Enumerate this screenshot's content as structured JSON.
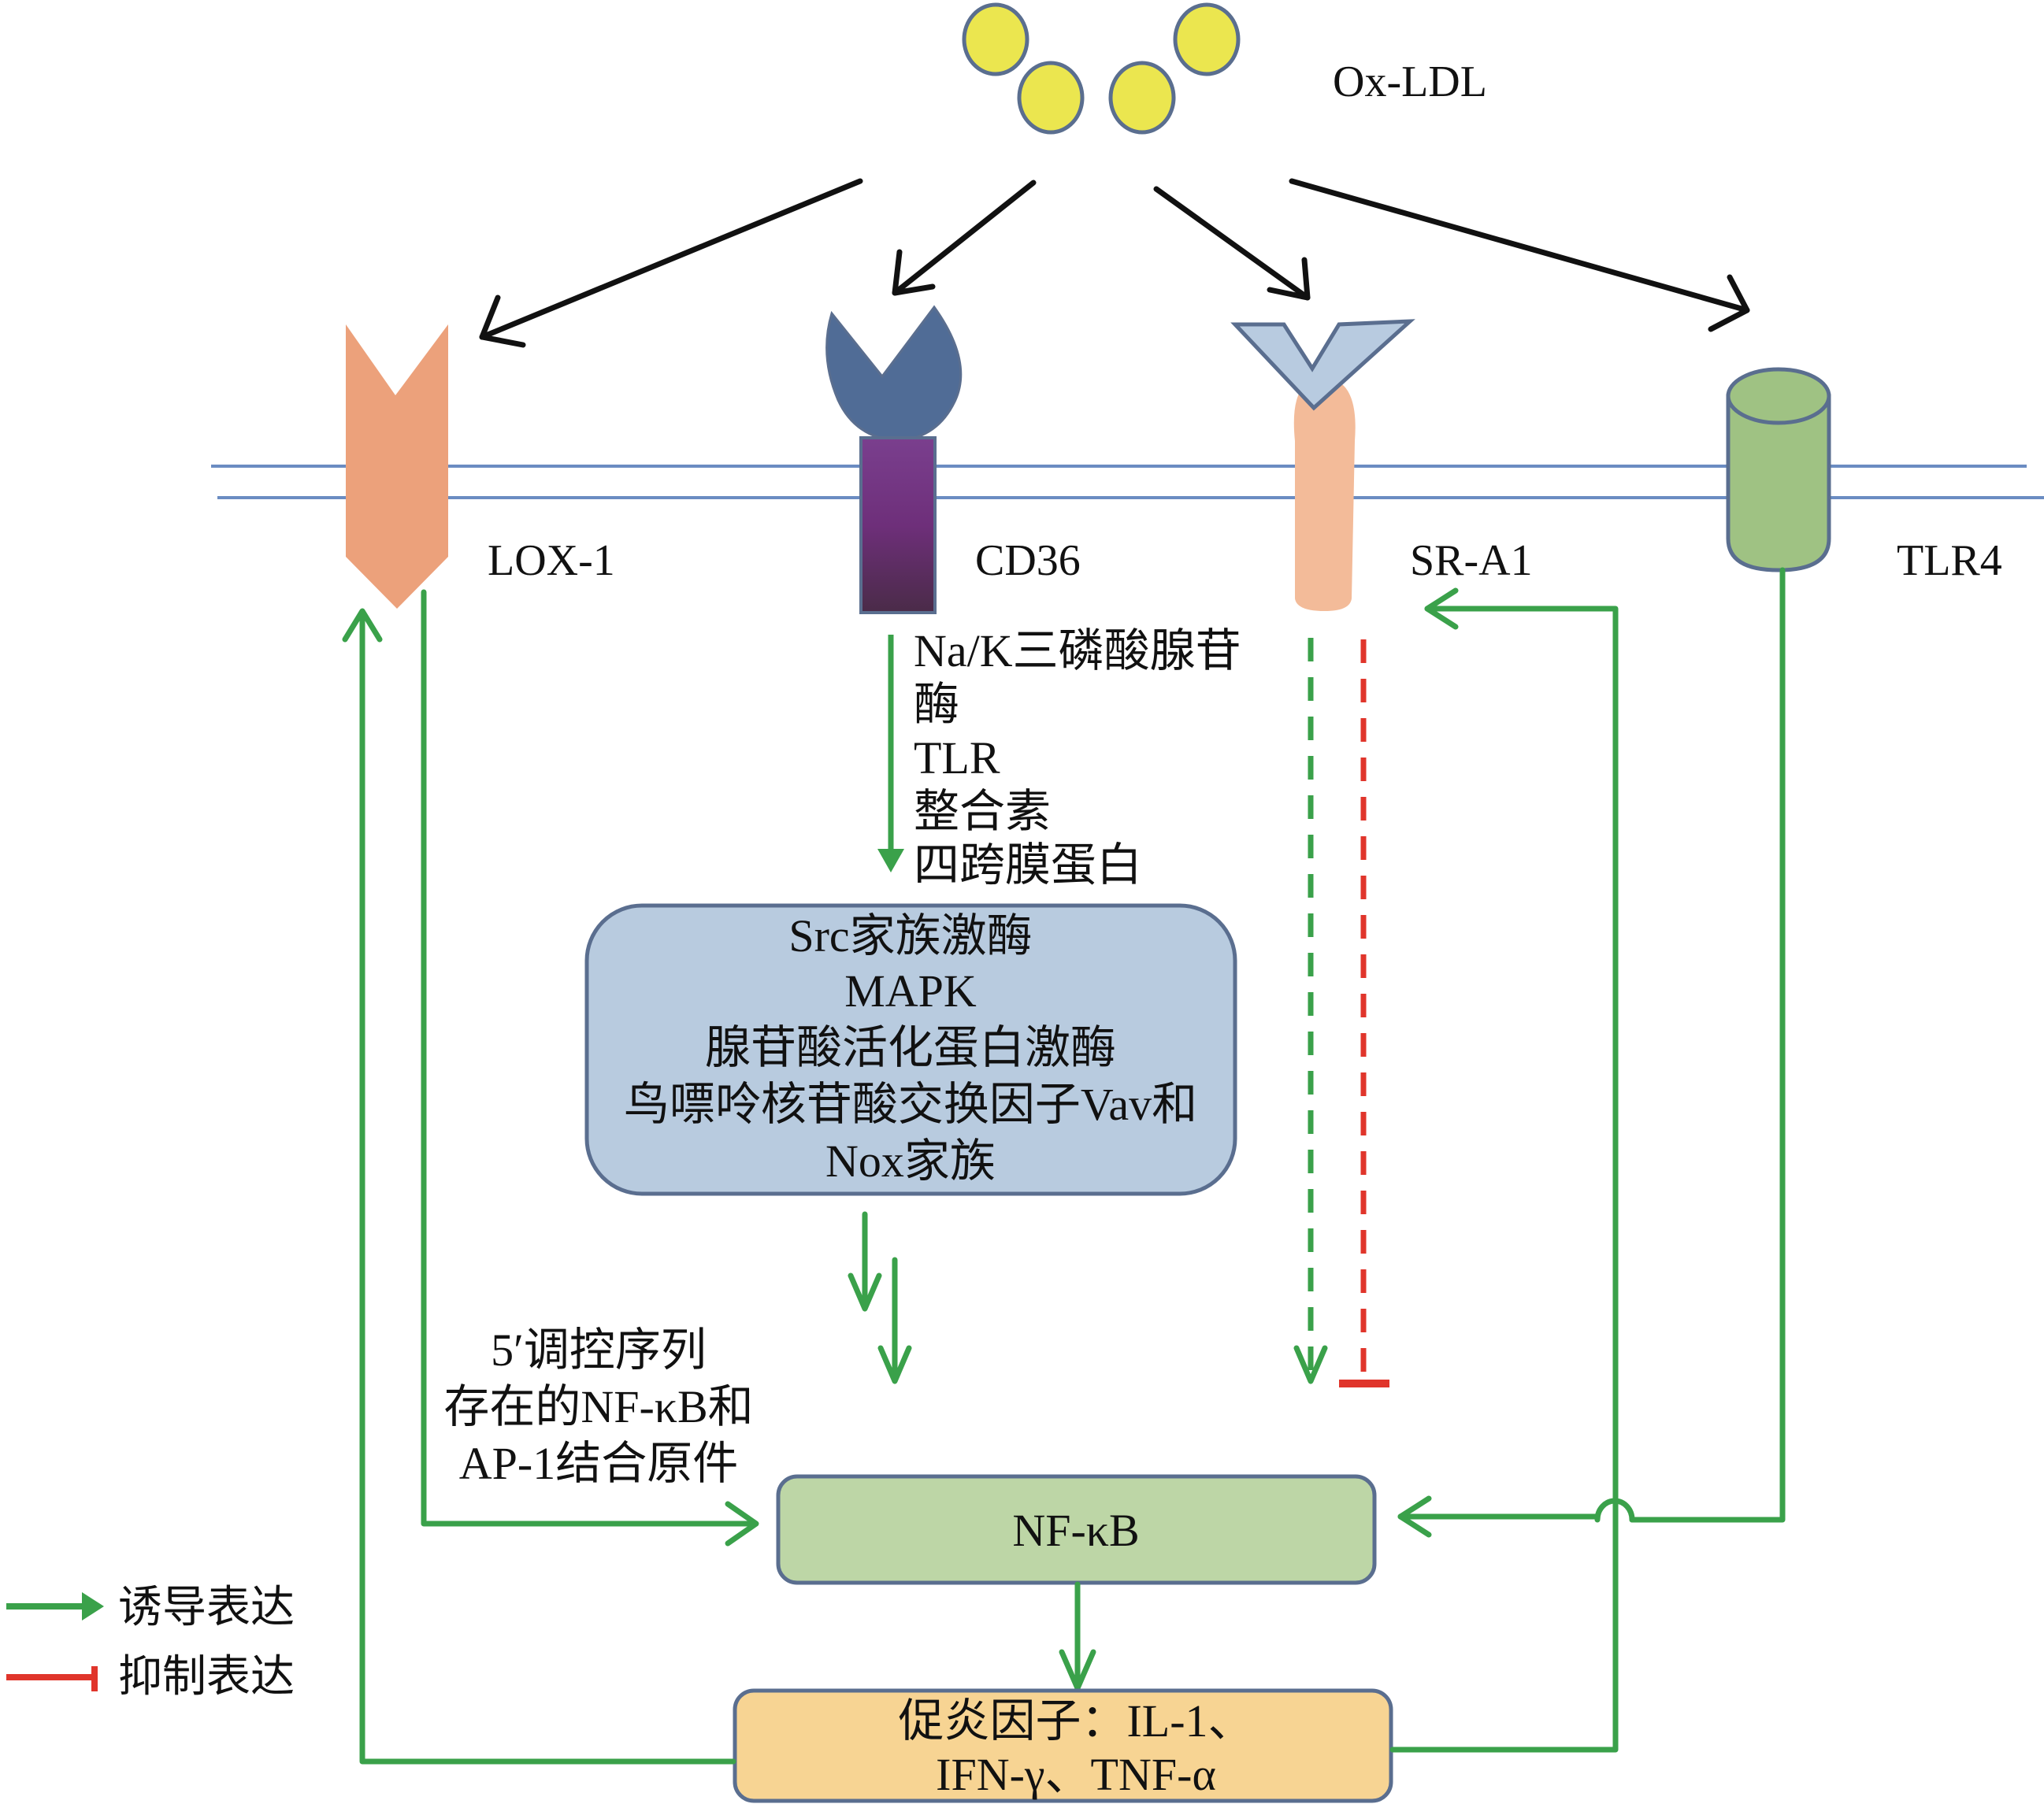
{
  "title": "Ox-LDL receptor signaling pathway",
  "ligand": {
    "label": "Ox-LDL",
    "particle_count": 4,
    "color": "#ebe64f",
    "stroke": "#5a6e8f"
  },
  "receptors": [
    {
      "id": "lox1",
      "label": "LOX-1",
      "color": "#eca17b"
    },
    {
      "id": "cd36",
      "label": "CD36",
      "head_color": "#506c96",
      "stem_color_top": "#7a3f8e",
      "stem_color_bottom": "#4a2b48"
    },
    {
      "id": "sra1",
      "label": "SR-A1",
      "head_color": "#b8cbe0",
      "body_color": "#f3bb99"
    },
    {
      "id": "tlr4",
      "label": "TLR4",
      "color": "#9fc283"
    }
  ],
  "membrane_color": "#6b8cc2",
  "cd36_mediators": [
    "Na/K三磷酸腺苷",
    "酶",
    "TLR",
    "整合素",
    "四跨膜蛋白"
  ],
  "kinase_box": {
    "lines": [
      "Src家族激酶",
      "MAPK",
      "腺苷酸活化蛋白激酶",
      "鸟嘌呤核苷酸交换因子Vav和",
      "Nox家族"
    ],
    "color": "#b8cbdf"
  },
  "lox1_note": {
    "lines": [
      "5′调控序列",
      "存在的NF-κB和",
      "AP-1结合原件"
    ]
  },
  "nfkb_box": {
    "label": "NF-κB",
    "color": "#bdd6a6"
  },
  "cytokine_box": {
    "lines": [
      "促炎因子：IL-1、",
      "IFN-γ、TNF-α"
    ],
    "color": "#f7d493"
  },
  "legend": {
    "items": [
      {
        "label": "诱导表达",
        "type": "arrow",
        "color": "#3aa14a"
      },
      {
        "label": "抑制表达",
        "type": "inhibit",
        "color": "#e0352b"
      }
    ]
  },
  "colors": {
    "induce": "#3aa14a",
    "inhibit": "#e0352b",
    "arrow_black": "#111111",
    "box_border": "#5a6e8f"
  }
}
